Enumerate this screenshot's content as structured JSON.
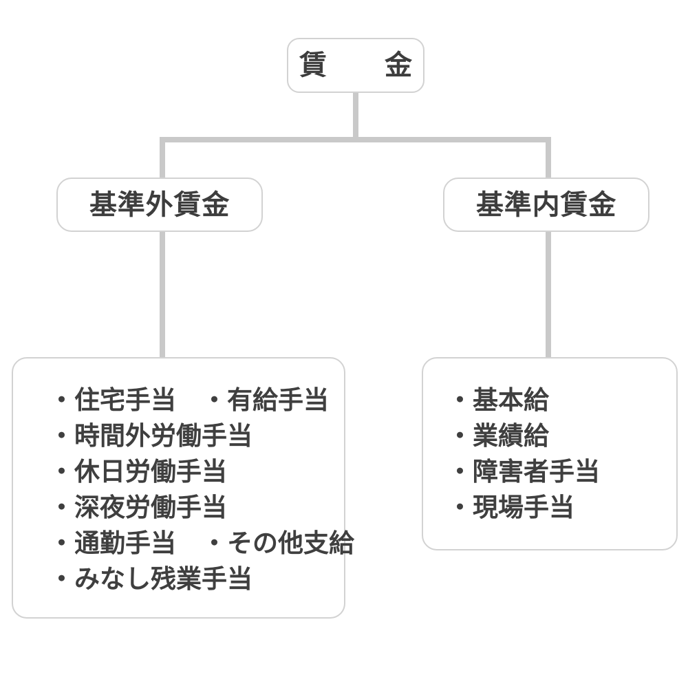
{
  "diagram": {
    "title": "賃金構成図",
    "colors": {
      "line": "#c9c9c9",
      "border": "#d2d2d2",
      "text": "#3d3d3d",
      "background": "#ffffff"
    },
    "root": {
      "label": "賃　金"
    },
    "branches": [
      {
        "label": "基準外賃金",
        "items": [
          "・住宅手当　・有給手当",
          "・時間外労働手当",
          "・休日労働手当",
          "・深夜労働手当",
          "・通勤手当　・その他支給",
          "・みなし残業手当"
        ]
      },
      {
        "label": "基準内賃金",
        "items": [
          "・基本給",
          "・業績給",
          "・障害者手当",
          "・現場手当"
        ]
      }
    ]
  }
}
